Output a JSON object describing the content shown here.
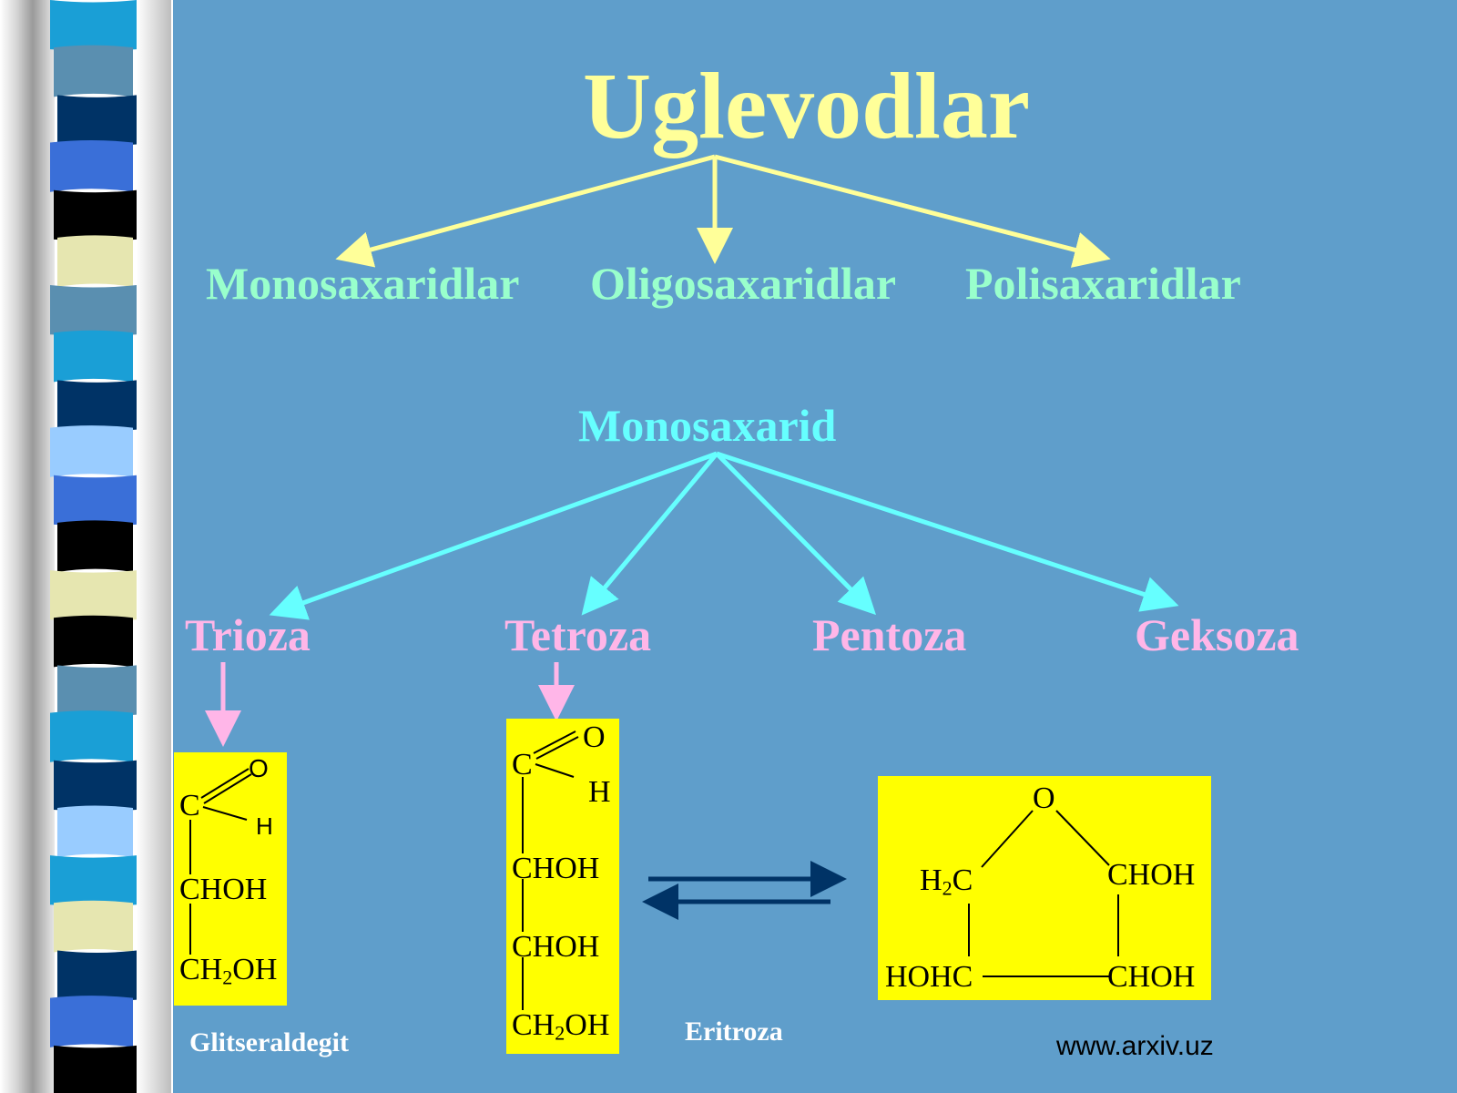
{
  "title": "Uglevodlar",
  "classes": [
    "Monosaxaridlar",
    "Oligosaxaridlar",
    "Polisaxaridlar"
  ],
  "subtitle": "Monosaxarid",
  "types": [
    "Trioza",
    "Tetroza",
    "Pentoza",
    "Geksoza"
  ],
  "glyceraldehyde": {
    "o": "O",
    "c": "C",
    "h": "H",
    "row1": "CHOH",
    "row2_main": "CH",
    "row2_sub": "2",
    "row2_end": "OH",
    "caption": "Glitseraldegit"
  },
  "erythrose": {
    "o": "O",
    "c": "C",
    "h": "H",
    "row1": "CHOH",
    "row2": "CHOH",
    "row3_main": "CH",
    "row3_sub": "2",
    "row3_end": "OH",
    "caption": "Eritroza"
  },
  "ring": {
    "o": "O",
    "left_top_main": "H",
    "left_top_sub": "2",
    "left_top_end": "C",
    "right_top": "CHOH",
    "left_bottom": "HOHC",
    "right_bottom": "CHOH"
  },
  "website": "www.arxiv.uz",
  "colors": {
    "background": "#5f9ecb",
    "title": "#ffff99",
    "classes": "#99ffcc",
    "subtitle": "#66ffff",
    "types": "#ffb6e8",
    "formula_box": "#ffff00",
    "equilibrium_arrows": "#003366"
  }
}
